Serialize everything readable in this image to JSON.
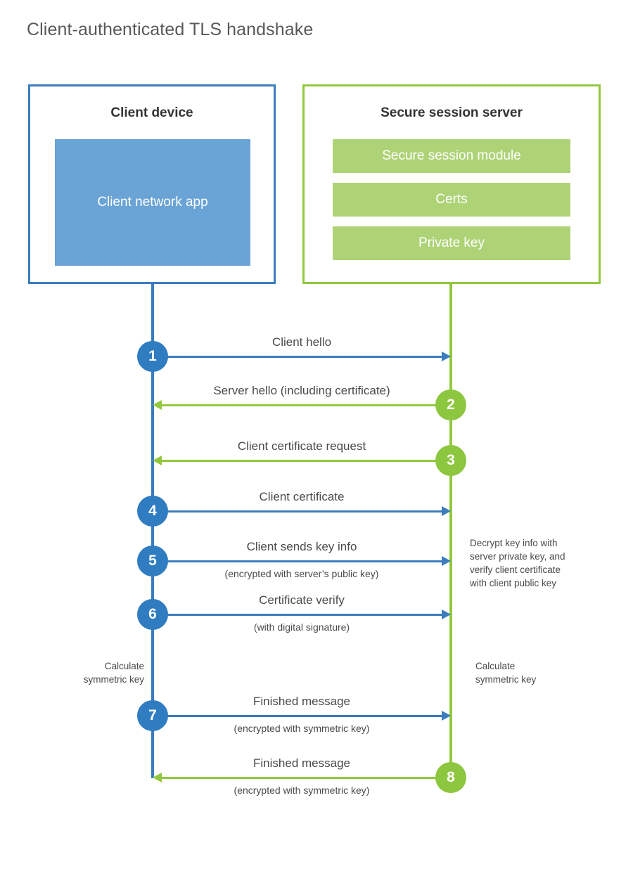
{
  "title": "Client-authenticated TLS handshake",
  "colors": {
    "client_blue": "#3a7cbe",
    "client_badge_blue": "#2f7cc0",
    "client_app_fill": "#6aa3d5",
    "server_green": "#93c83e",
    "server_badge_green": "#8dc63f",
    "server_bar_fill": "#aed377",
    "title_gray": "#58595b",
    "text_gray": "#4a4a4a",
    "background": "#ffffff"
  },
  "client": {
    "title": "Client device",
    "app_label": "Client network app",
    "note": {
      "line1": "Calculate",
      "line2": "symmetric key"
    }
  },
  "server": {
    "title": "Secure session server",
    "components": [
      {
        "label": "Secure session module"
      },
      {
        "label": "Certs"
      },
      {
        "label": "Private key"
      }
    ],
    "decrypt_note": {
      "line1": "Decrypt key info with",
      "line2": "server private key, and",
      "line3": "verify client certificate",
      "line4": "with client public key"
    },
    "note": {
      "line1": "Calculate",
      "line2": "symmetric key"
    }
  },
  "steps": [
    {
      "number": "1",
      "label": "Client hello",
      "sublabel": "",
      "direction": "client-to-server",
      "color": "blue"
    },
    {
      "number": "2",
      "label": "Server hello (including certificate)",
      "sublabel": "",
      "direction": "server-to-client",
      "color": "green"
    },
    {
      "number": "3",
      "label": "Client certificate request",
      "sublabel": "",
      "direction": "server-to-client",
      "color": "green"
    },
    {
      "number": "4",
      "label": "Client certificate",
      "sublabel": "",
      "direction": "client-to-server",
      "color": "blue"
    },
    {
      "number": "5",
      "label": "Client sends key info",
      "sublabel": "(encrypted with server’s public key)",
      "direction": "client-to-server",
      "color": "blue"
    },
    {
      "number": "6",
      "label": "Certificate verify",
      "sublabel": "(with digital signature)",
      "direction": "client-to-server",
      "color": "blue"
    },
    {
      "number": "7",
      "label": "Finished message",
      "sublabel": "(encrypted with symmetric key)",
      "direction": "client-to-server",
      "color": "blue"
    },
    {
      "number": "8",
      "label": "Finished message",
      "sublabel": "(encrypted with symmetric key)",
      "direction": "server-to-client",
      "color": "green"
    }
  ]
}
